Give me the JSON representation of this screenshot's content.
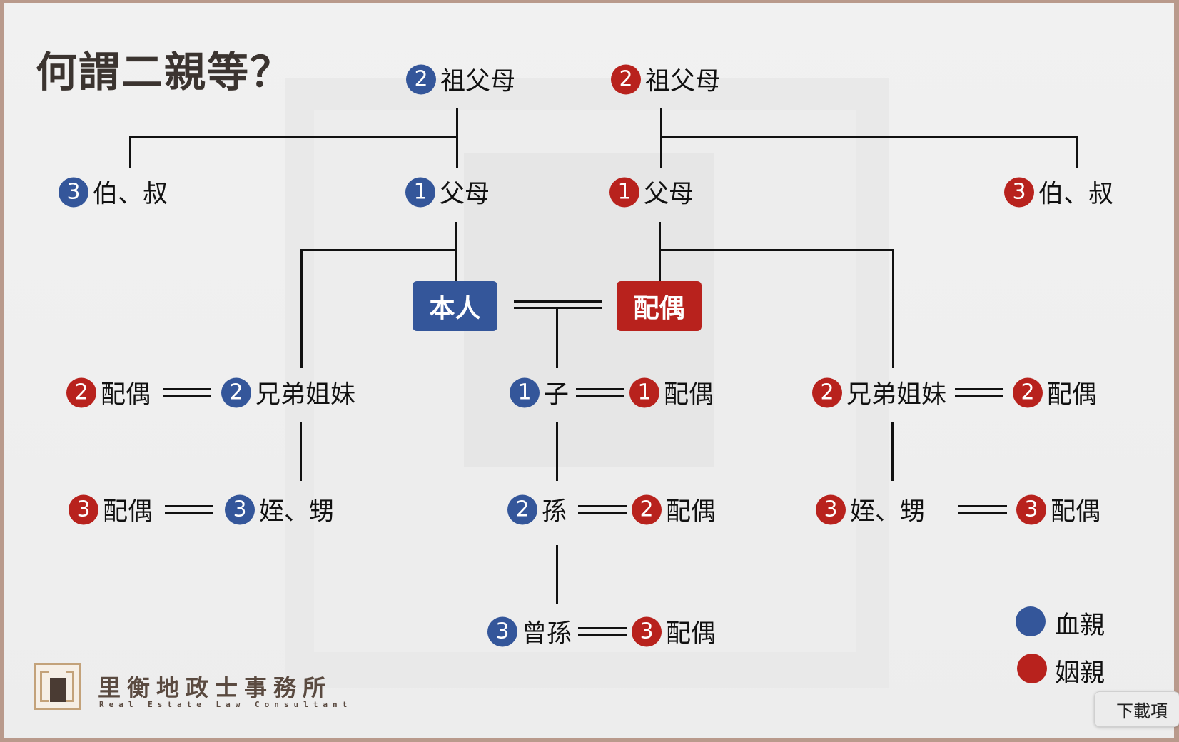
{
  "title": "何謂二親等？",
  "colors": {
    "blood": "#34569a",
    "marriage": "#b8221d"
  },
  "nodes": {
    "gp_left": {
      "degree": "2",
      "label": "祖父母"
    },
    "gp_right": {
      "degree": "2",
      "label": "祖父母"
    },
    "uncle_left": {
      "degree": "3",
      "label": "伯、叔"
    },
    "parent_left": {
      "degree": "1",
      "label": "父母"
    },
    "parent_right": {
      "degree": "1",
      "label": "父母"
    },
    "uncle_right": {
      "degree": "3",
      "label": "伯、叔"
    },
    "self": {
      "label": "本人"
    },
    "spouse": {
      "label": "配偶"
    },
    "sib_spouse_left": {
      "degree": "2",
      "label": "配偶"
    },
    "sib_left": {
      "degree": "2",
      "label": "兄弟姐妹"
    },
    "child": {
      "degree": "1",
      "label": "子"
    },
    "child_spouse": {
      "degree": "1",
      "label": "配偶"
    },
    "sib_right": {
      "degree": "2",
      "label": "兄弟姐妹"
    },
    "sib_spouse_right": {
      "degree": "2",
      "label": "配偶"
    },
    "neph_spouse_left": {
      "degree": "3",
      "label": "配偶"
    },
    "neph_left": {
      "degree": "3",
      "label": "姪、甥"
    },
    "grandchild": {
      "degree": "2",
      "label": "孫"
    },
    "grandchild_spouse": {
      "degree": "2",
      "label": "配偶"
    },
    "neph_right": {
      "degree": "3",
      "label": "姪、甥"
    },
    "neph_spouse_right": {
      "degree": "3",
      "label": "配偶"
    },
    "ggchild": {
      "degree": "3",
      "label": "曾孫"
    },
    "ggchild_spouse": {
      "degree": "3",
      "label": "配偶"
    }
  },
  "legend": {
    "blood": "血親",
    "marriage": "姻親"
  },
  "logo": {
    "name": "里衡地政士事務所",
    "subtitle": "Real Estate Law Consultant"
  },
  "tooltip": "下載項"
}
